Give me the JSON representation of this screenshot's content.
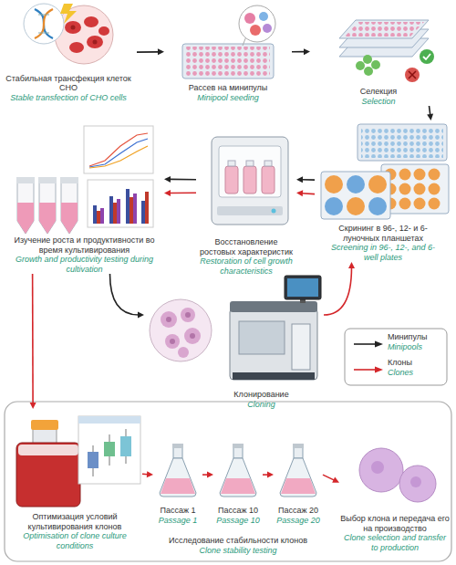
{
  "diagram": {
    "nodes": [
      {
        "text": [
          "Стабильная трансфекция клеток CHO",
          "Stable transfection of CHO cells"
        ]
      },
      {
        "text": [
          "Рассев на минипулы",
          "Minipool seeding"
        ]
      },
      {
        "text": [
          "Селекция",
          "Selection"
        ]
      },
      {
        "text": [
          "Скрининг в 96-, 12- и 6-луночных планшетах",
          "Screening in 96-, 12-, and 6-well plates"
        ]
      },
      {
        "text": [
          "Восстановление ростовых характеристик",
          "Restoration of cell growth characteristics"
        ]
      },
      {
        "text": [
          "Изучение роста и продуктивности во время культивирования",
          "Growth and productivity testing during cultivation"
        ]
      },
      {
        "text": [
          "Клонирование",
          "Cloning"
        ]
      },
      {
        "text": [
          "Оптимизация условий культивирования клонов",
          "Optimisation of clone culture conditions"
        ]
      },
      {
        "text": [
          "Исследование стабильности клонов",
          "Clone stability testing"
        ]
      },
      {
        "text": [
          "Пассаж 1",
          "Passage 1"
        ],
        "in": 8
      },
      {
        "text": [
          "Пассаж 10",
          "Passage 10"
        ],
        "in": 8
      },
      {
        "text": [
          "Пассаж 20",
          "Passage 20"
        ],
        "in": 8
      },
      {
        "text": [
          "Выбор клона и передача его на производство",
          "Clone selection and transfer to production"
        ]
      }
    ],
    "edges": [
      {
        "from": 0,
        "to": 1,
        "arrow": "to"
      },
      {
        "from": 1,
        "to": 2,
        "arrow": "to"
      },
      {
        "from": 2,
        "to": 3,
        "arrow": "to"
      },
      {
        "from": 3,
        "to": 4,
        "arrow": "to"
      },
      {
        "from": 3,
        "to": 4,
        "arrow": "to"
      },
      {
        "from": 4,
        "to": 5,
        "arrow": "to"
      },
      {
        "from": 4,
        "to": 5,
        "arrow": "to"
      },
      {
        "from": 5,
        "to": 6,
        "arrow": "to"
      },
      {
        "from": 6,
        "to": 3,
        "arrow": "to"
      },
      {
        "from": 5,
        "to": 7,
        "arrow": "to"
      },
      {
        "from": 7,
        "to": 9,
        "arrow": "to"
      },
      {
        "from": 9,
        "to": 10,
        "arrow": "to"
      },
      {
        "from": 10,
        "to": 11,
        "arrow": "to"
      },
      {
        "from": 11,
        "to": 12,
        "arrow": "to"
      }
    ],
    "labels": [
      "Minipools",
      "Clones"
    ],
    "legend": [
      {
        "text": "Минипулы"
      },
      {
        "text": "Клоны"
      }
    ]
  }
}
